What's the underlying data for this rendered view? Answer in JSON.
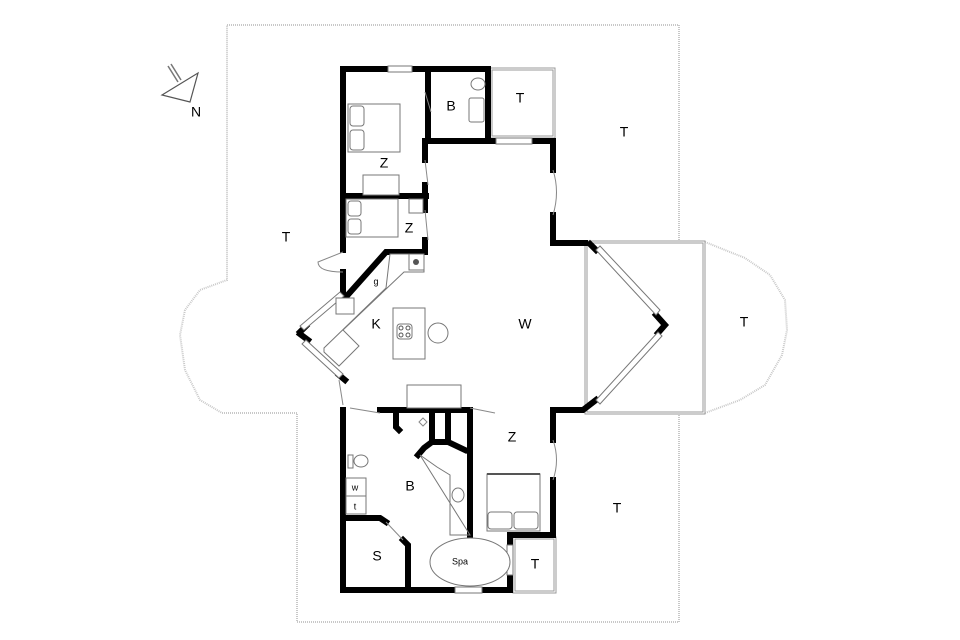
{
  "compass": {
    "label": "N",
    "icon": "north-arrow-icon"
  },
  "rooms": {
    "bedroom_1": {
      "label": "Z"
    },
    "bathroom_1": {
      "label": "B"
    },
    "terrace_nw": {
      "label": "T"
    },
    "terrace_ne": {
      "label": "T"
    },
    "terrace_west": {
      "label": "T"
    },
    "bedroom_2": {
      "label": "Z"
    },
    "kitchen": {
      "label": "K"
    },
    "appliance_g": {
      "label": "g"
    },
    "living": {
      "label": "W"
    },
    "terrace_east": {
      "label": "T"
    },
    "bedroom_3": {
      "label": "Z"
    },
    "bathroom_2": {
      "label": "B"
    },
    "washer": {
      "label": "w"
    },
    "dryer": {
      "label": "t"
    },
    "sauna": {
      "label": "S"
    },
    "spa": {
      "label": "Spa"
    },
    "terrace_se": {
      "label": "T"
    },
    "terrace_south": {
      "label": "T"
    }
  },
  "colors": {
    "wall": "#000000",
    "terrace_outline": "#c8c8c8",
    "fixture": "#777777",
    "background": "#ffffff"
  }
}
